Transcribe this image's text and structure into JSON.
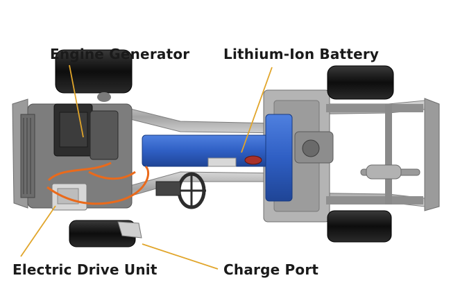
{
  "labels": {
    "engine_generator": "Engine Generator",
    "lithium_ion_battery": "Lithium-Ion Battery",
    "electric_drive_unit": "Electric Drive Unit",
    "charge_port": "Charge Port"
  },
  "colors": {
    "leader_line": "#e1a52a",
    "battery": "#2f5fc4",
    "frame": "#8a8a8a",
    "tire": "#161616",
    "cable": "#ea6a1b"
  }
}
